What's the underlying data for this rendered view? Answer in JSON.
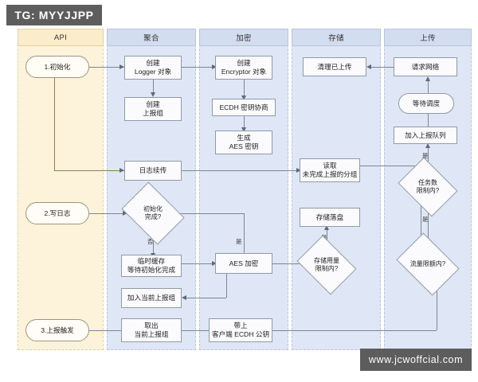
{
  "watermarks": {
    "tg": "TG: MYYJJPP",
    "site": "www.jcwoffcial.com"
  },
  "lanes": [
    {
      "id": "api",
      "label": "API"
    },
    {
      "id": "aggregate",
      "label": "聚合"
    },
    {
      "id": "encrypt",
      "label": "加密"
    },
    {
      "id": "storage",
      "label": "存储"
    },
    {
      "id": "upload",
      "label": "上传"
    }
  ],
  "nodes": {
    "init": {
      "l1": "1.初始化"
    },
    "write_log": {
      "l1": "2.写日志"
    },
    "report_trigger": {
      "l1": "3.上报触发"
    },
    "create_logger": {
      "l1": "创建",
      "l2": "Logger 对象"
    },
    "create_group": {
      "l1": "创建",
      "l2": "上报组"
    },
    "log_resume": {
      "l1": "日志续传"
    },
    "temp_cache": {
      "l1": "临时缓存",
      "l2": "等待初始化完成"
    },
    "join_cur_group": {
      "l1": "加入当前上报组"
    },
    "take_cur_group": {
      "l1": "取出",
      "l2": "当前上报组"
    },
    "create_encryptor": {
      "l1": "创建",
      "l2": "Encryptor 对象"
    },
    "ecdh": {
      "l1": "ECDH 密钥协商"
    },
    "gen_aes": {
      "l1": "生成",
      "l2": "AES 密钥"
    },
    "aes_encrypt": {
      "l1": "AES 加密"
    },
    "attach_pubkey": {
      "l1": "带上",
      "l2": "客户端 ECDH 公钥"
    },
    "read_pending": {
      "l1": "读取",
      "l2": "未完成上报的分组"
    },
    "store_disk": {
      "l1": "存储落盘"
    },
    "clean_uploaded": {
      "l1": "清理已上传"
    },
    "request_net": {
      "l1": "请求网络"
    },
    "wait_sched": {
      "l1": "等待调度"
    },
    "join_queue": {
      "l1": "加入上报队列"
    }
  },
  "decisions": {
    "init_done": {
      "l1": "初始化",
      "l2": "完成?"
    },
    "store_quota": {
      "l1": "存储用量",
      "l2": "限制内?"
    },
    "task_limit": {
      "l1": "任务数",
      "l2": "限制内?"
    },
    "traffic_quota": {
      "l1": "流量限额内?"
    }
  },
  "edge_labels": {
    "init_done_no": "否",
    "init_done_yes": "是",
    "store_quota_yes": "是",
    "task_limit_yes": "是",
    "traffic_quota_yes": "是"
  },
  "colors": {
    "lane_api_bg": "#fdf3da",
    "lane_api_head": "#fbeccb",
    "lane_blue_bg": "#dfe6f5",
    "lane_blue_head": "#d3ddf0",
    "node_bg": "#fbfbfd",
    "node_border": "#8f9ba8",
    "connector": "#7b8794",
    "watermark_bg": "#5d5d5d"
  }
}
